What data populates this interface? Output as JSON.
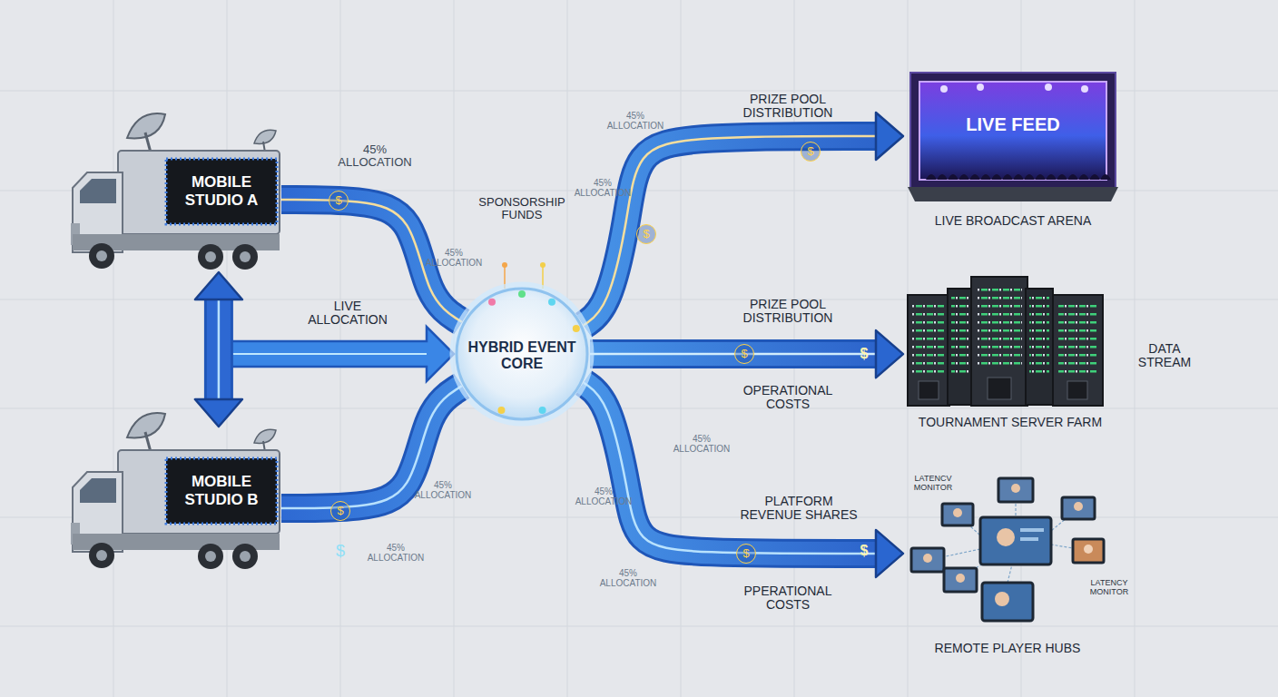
{
  "diagram": {
    "nodes": [
      {
        "text": [
          "MOBILE STUDIO A"
        ]
      },
      {
        "text": [
          "MOBILE STUDIO B"
        ]
      },
      {
        "text": [
          "HYBRID EVENT CORE"
        ]
      },
      {
        "text": [
          "LIVE FEED",
          "LIVE BROADCAST ARENA"
        ]
      },
      {
        "text": [
          "TOURNAMENT SERVER FARM"
        ]
      },
      {
        "text": [
          "REMOTE PLAYER HUBS"
        ]
      }
    ],
    "edges": [
      {
        "from": 0,
        "to": 2,
        "arrow": "none",
        "label": "45% ALLOCATION"
      },
      {
        "from": 1,
        "to": 2,
        "arrow": "none",
        "label": "45% ALLOCATION"
      },
      {
        "from": 0,
        "to": 1,
        "arrow": "both"
      },
      {
        "from": 2,
        "to": 3,
        "arrow": "to",
        "label": "PRIZE POOL DISTRIBUTION"
      },
      {
        "from": 2,
        "to": 4,
        "arrow": "to",
        "label": "PRIZE POOL DISTRIBUTION"
      },
      {
        "from": 2,
        "to": 5,
        "arrow": "to",
        "label": "PLATFORM REVENUE SHARES"
      }
    ],
    "labels": [
      "45% ALLOCATION",
      "45% ALLOCATION",
      "45% ALLOCATION",
      "SPONSORSHIP FUNDS",
      "LIVE ALLOCATION",
      "OPERATIONAL COSTS",
      "DATA STREAM",
      "45% ALLOCATION",
      "45% ALLOCATION",
      "45% ALLOCATION",
      "PPERATIONAL COSTS",
      "45% ALLOCATION",
      "LATENCV MONITOR",
      "LATENCY MONITOR",
      "$",
      "$",
      "$",
      "$",
      "$",
      "$",
      "$",
      "$",
      "$"
    ]
  }
}
